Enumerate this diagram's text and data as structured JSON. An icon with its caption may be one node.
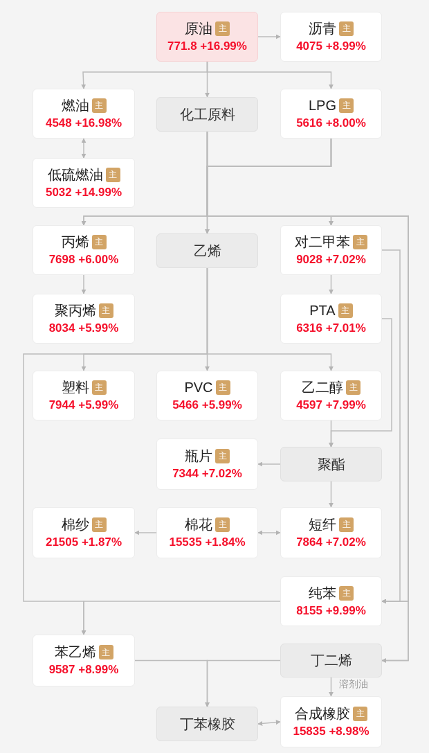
{
  "diagram": {
    "nodes": [
      {
        "text": [
          "原油",
          "主",
          "771.8 +16.99%"
        ]
      },
      {
        "text": [
          "沥青",
          "主",
          "4075 +8.99%"
        ]
      },
      {
        "text": [
          "燃油",
          "主",
          "4548 +16.98%"
        ]
      },
      {
        "text": [
          "化工原料"
        ]
      },
      {
        "text": [
          "LPG",
          "主",
          "5616 +8.00%"
        ]
      },
      {
        "text": [
          "低硫燃油",
          "主",
          "5032 +14.99%"
        ]
      },
      {
        "text": [
          "丙烯",
          "主",
          "7698 +6.00%"
        ]
      },
      {
        "text": [
          "乙烯"
        ]
      },
      {
        "text": [
          "对二甲苯",
          "主",
          "9028 +7.02%"
        ]
      },
      {
        "text": [
          "聚丙烯",
          "主",
          "8034 +5.99%"
        ]
      },
      {
        "text": [
          "PTA",
          "主",
          "6316 +7.01%"
        ]
      },
      {
        "text": [
          "塑料",
          "主",
          "7944 +5.99%"
        ]
      },
      {
        "text": [
          "PVC",
          "主",
          "5466 +5.99%"
        ]
      },
      {
        "text": [
          "乙二醇",
          "主",
          "4597 +7.99%"
        ]
      },
      {
        "text": [
          "瓶片",
          "主",
          "7344 +7.02%"
        ]
      },
      {
        "text": [
          "聚酯"
        ]
      },
      {
        "text": [
          "棉纱",
          "主",
          "21505 +1.87%"
        ]
      },
      {
        "text": [
          "棉花",
          "主",
          "15535 +1.84%"
        ]
      },
      {
        "text": [
          "短纤",
          "主",
          "7864 +7.02%"
        ]
      },
      {
        "text": [
          "纯苯",
          "主",
          "8155 +9.99%"
        ]
      },
      {
        "text": [
          "苯乙烯",
          "主",
          "9587 +8.99%"
        ]
      },
      {
        "text": [
          "丁二烯"
        ]
      },
      {
        "text": [
          "丁苯橡胶"
        ]
      },
      {
        "text": [
          "合成橡胶",
          "主",
          "15835 +8.98%"
        ]
      }
    ],
    "edges": [
      {
        "from": 0,
        "to": 1,
        "arrow": "to"
      },
      {
        "from": 0,
        "to": 2,
        "arrow": "to"
      },
      {
        "from": 0,
        "to": 3,
        "arrow": "to"
      },
      {
        "from": 0,
        "to": 4,
        "arrow": "to"
      },
      {
        "from": 2,
        "to": 5,
        "arrow": "both"
      },
      {
        "from": 3,
        "to": 7,
        "arrow": "to"
      },
      {
        "from": 4,
        "to": 7,
        "arrow": "to"
      },
      {
        "from": 3,
        "to": 6,
        "arrow": "to"
      },
      {
        "from": 4,
        "to": 6,
        "arrow": "to"
      },
      {
        "from": 3,
        "to": 8,
        "arrow": "to"
      },
      {
        "from": 4,
        "to": 8,
        "arrow": "to"
      },
      {
        "from": 3,
        "to": 19,
        "arrow": "to"
      },
      {
        "from": 4,
        "to": 19,
        "arrow": "to"
      },
      {
        "from": 3,
        "to": 21,
        "arrow": "to"
      },
      {
        "from": 4,
        "to": 21,
        "arrow": "to"
      },
      {
        "from": 6,
        "to": 9,
        "arrow": "to"
      },
      {
        "from": 8,
        "to": 10,
        "arrow": "to"
      },
      {
        "from": 8,
        "to": 19,
        "arrow": "to"
      },
      {
        "from": 7,
        "to": 12,
        "arrow": "to"
      },
      {
        "from": 7,
        "to": 11,
        "arrow": "to"
      },
      {
        "from": 7,
        "to": 13,
        "arrow": "to"
      },
      {
        "from": 7,
        "to": 20,
        "arrow": "to"
      },
      {
        "from": 10,
        "to": 15,
        "arrow": "to"
      },
      {
        "from": 13,
        "to": 15,
        "arrow": "to"
      },
      {
        "from": 15,
        "to": 14,
        "arrow": "to"
      },
      {
        "from": 15,
        "to": 18,
        "arrow": "to"
      },
      {
        "from": 17,
        "to": 16,
        "arrow": "to"
      },
      {
        "from": 17,
        "to": 18,
        "arrow": "both"
      },
      {
        "from": 19,
        "to": 20,
        "arrow": "to"
      },
      {
        "from": 20,
        "to": 22,
        "arrow": "to"
      },
      {
        "from": 21,
        "to": 22,
        "arrow": "to"
      },
      {
        "from": 21,
        "to": 23,
        "arrow": "to",
        "label": "溶剂油"
      },
      {
        "from": 22,
        "to": 23,
        "arrow": "both"
      }
    ]
  }
}
